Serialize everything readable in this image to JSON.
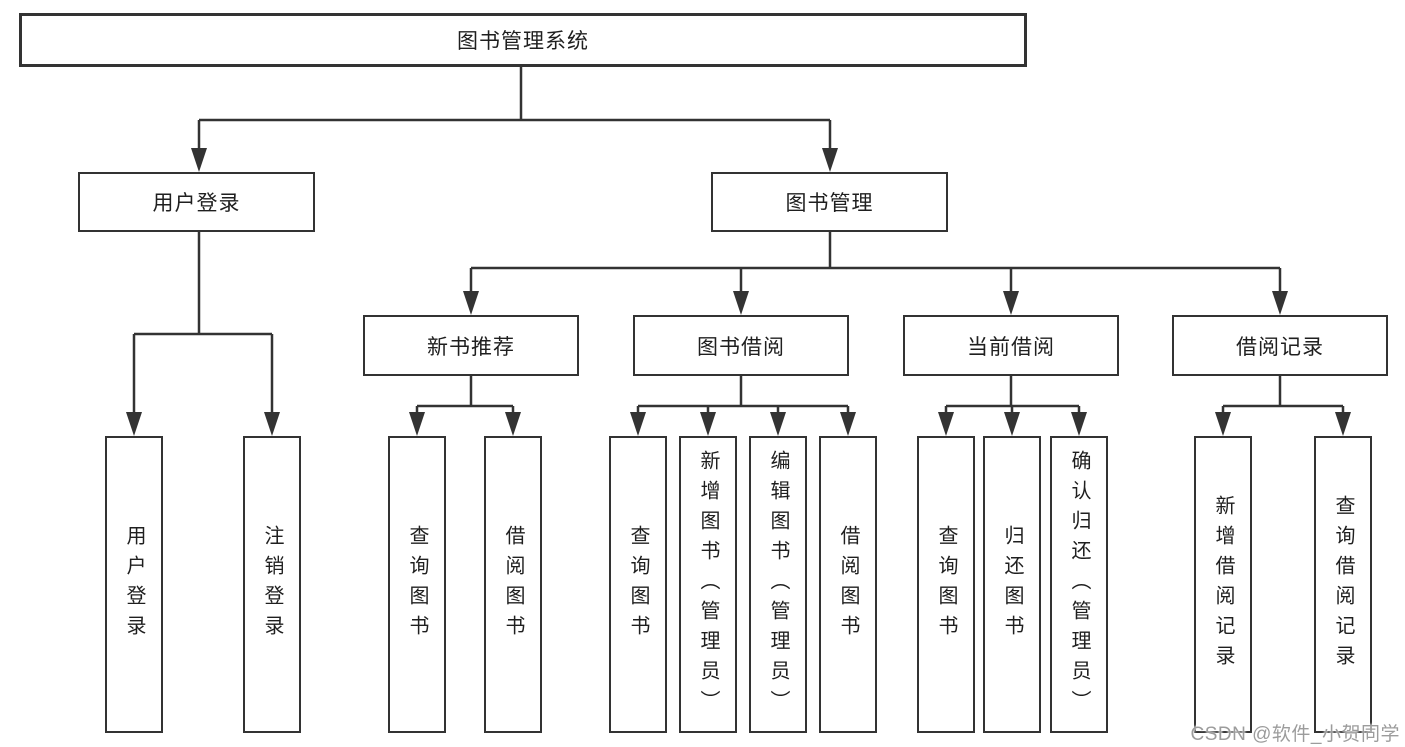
{
  "colors": {
    "line": "#333333",
    "border": "#333333",
    "text": "#1f1f1f",
    "watermark": "#9c9c9c"
  },
  "diagram": {
    "root": {
      "label": "图书管理系统"
    },
    "level2": [
      {
        "label": "用户登录"
      },
      {
        "label": "图书管理"
      }
    ],
    "level3": [
      {
        "label": "新书推荐"
      },
      {
        "label": "图书借阅"
      },
      {
        "label": "当前借阅"
      },
      {
        "label": "借阅记录"
      }
    ],
    "leaves": {
      "user_login": [
        "用户登录",
        "注销登录"
      ],
      "new_book": [
        "查询图书",
        "借阅图书"
      ],
      "book_borrow": [
        "查询图书",
        "新增图书（管理员）",
        "编辑图书（管理员）",
        "借阅图书"
      ],
      "current_borrow": [
        "查询图书",
        "归还图书",
        "确认归还（管理员）"
      ],
      "borrow_records": [
        "新增借阅记录",
        "查询借阅记录"
      ]
    }
  },
  "watermark": {
    "text": "CSDN @软件_小贺同学"
  }
}
